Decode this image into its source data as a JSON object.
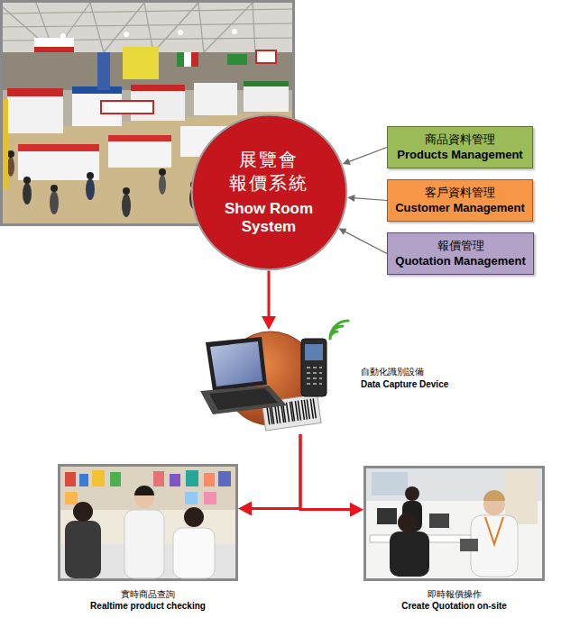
{
  "diagram": {
    "nodes": [
      {
        "text": [
          "展覽會 報價系統",
          "Show Room System"
        ]
      },
      {
        "text": [
          "商品資料管理",
          "Products Management"
        ]
      },
      {
        "text": [
          "客戶資料管理",
          "Customer Management"
        ]
      },
      {
        "text": [
          "報價管理",
          "Quotation Management"
        ]
      },
      {
        "text": [
          "自動化識別設備",
          "Data Capture Device"
        ]
      },
      {
        "text": [
          "實時商品查詢",
          "Realtime product checking"
        ]
      },
      {
        "text": [
          "即時報價操作",
          "Create Quotation on-site"
        ]
      }
    ],
    "edges": [
      {
        "from": 1,
        "to": 0,
        "arrow": "to"
      },
      {
        "from": 2,
        "to": 0,
        "arrow": "to"
      },
      {
        "from": 3,
        "to": 0,
        "arrow": "to"
      },
      {
        "from": 0,
        "to": 4,
        "arrow": "to"
      },
      {
        "from": 4,
        "to": 5,
        "arrow": "to"
      },
      {
        "from": 4,
        "to": 6,
        "arrow": "to"
      }
    ]
  }
}
